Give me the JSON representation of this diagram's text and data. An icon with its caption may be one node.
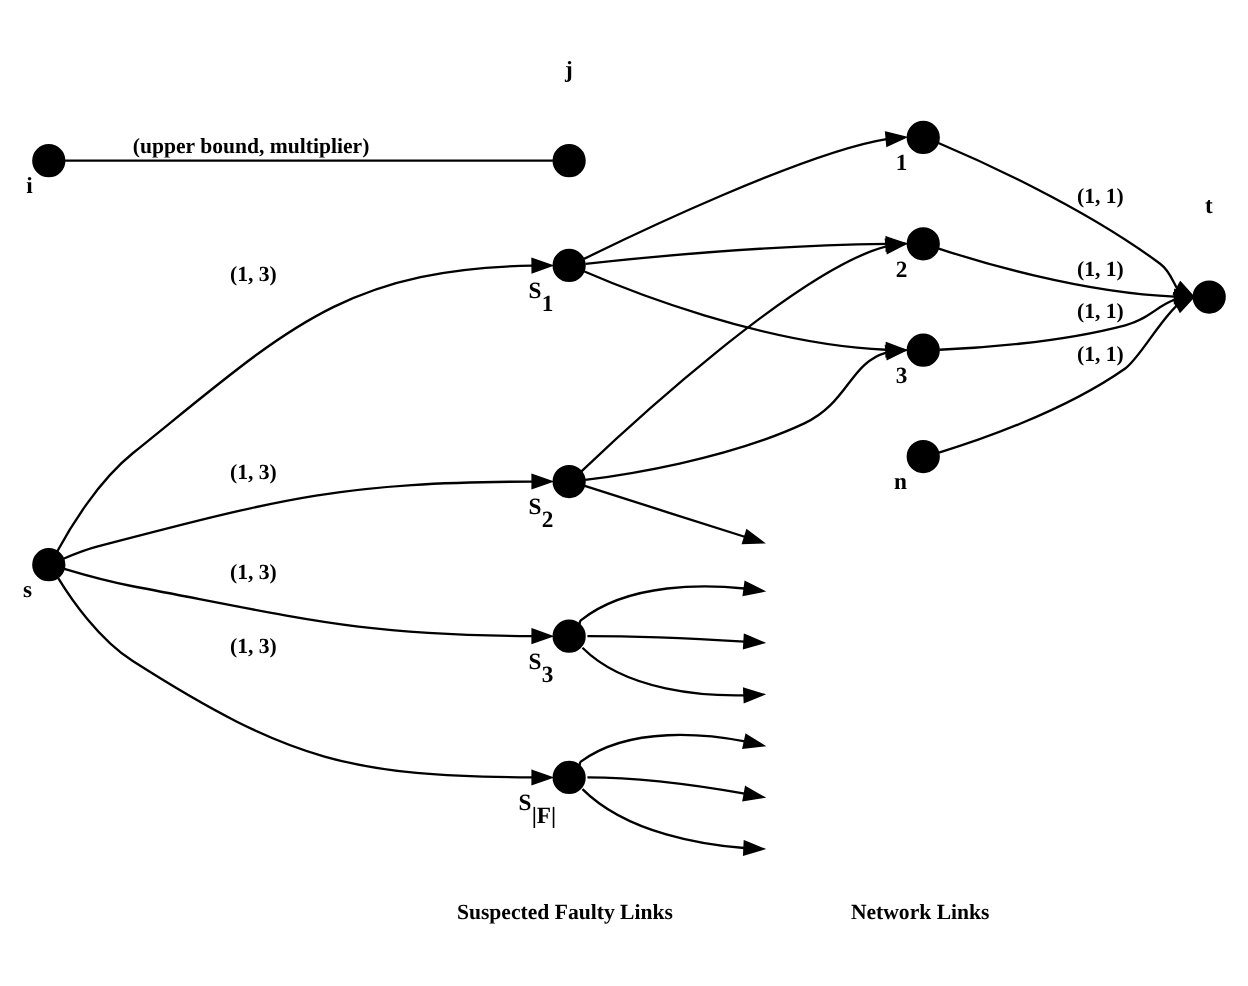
{
  "diagram": {
    "nodes": [
      {
        "text": [],
        "shape": "circle",
        "beside": [
          "s"
        ]
      },
      {
        "text": [],
        "shape": "circle",
        "beside": [
          "S$_{1}$"
        ]
      },
      {
        "text": [],
        "shape": "circle",
        "beside": [
          "S$_{2}$"
        ]
      },
      {
        "text": [],
        "shape": "circle",
        "beside": [
          "S$_{3}$"
        ]
      },
      {
        "text": [],
        "shape": "circle",
        "beside": [
          "S$_{|F|}$"
        ]
      },
      {
        "text": [],
        "shape": "circle",
        "beside": [
          "1"
        ]
      },
      {
        "text": [],
        "shape": "circle",
        "beside": [
          "2"
        ]
      },
      {
        "text": [],
        "shape": "circle",
        "beside": [
          "3"
        ]
      },
      {
        "text": [],
        "shape": "circle",
        "beside": [
          "n"
        ]
      },
      {
        "text": [],
        "shape": "circle",
        "beside": [
          "t"
        ]
      },
      {
        "text": [],
        "shape": "circle",
        "beside": [
          "i"
        ]
      },
      {
        "text": [],
        "shape": "circle",
        "beside": [
          "j"
        ]
      }
    ],
    "edges": [
      {
        "from": 0,
        "to": 1,
        "arrow": "to",
        "label": "(1, 3)"
      },
      {
        "from": 0,
        "to": 2,
        "arrow": "to",
        "label": "(1, 3)"
      },
      {
        "from": 0,
        "to": 3,
        "arrow": "to",
        "label": "(1, 3)"
      },
      {
        "from": 0,
        "to": 4,
        "arrow": "to",
        "label": "(1, 3)"
      },
      {
        "from": 1,
        "to": 5,
        "arrow": "to"
      },
      {
        "from": 1,
        "to": 6,
        "arrow": "to"
      },
      {
        "from": 1,
        "to": 7,
        "arrow": "to"
      },
      {
        "from": 2,
        "to": 6,
        "arrow": "to"
      },
      {
        "from": 2,
        "to": 7,
        "arrow": "to"
      },
      {
        "from": 2,
        "to": null,
        "arrow": "to"
      },
      {
        "from": 3,
        "to": null,
        "arrow": "to"
      },
      {
        "from": 3,
        "to": null,
        "arrow": "to"
      },
      {
        "from": 3,
        "to": null,
        "arrow": "to"
      },
      {
        "from": 4,
        "to": null,
        "arrow": "to"
      },
      {
        "from": 4,
        "to": null,
        "arrow": "to"
      },
      {
        "from": 4,
        "to": null,
        "arrow": "to"
      },
      {
        "from": 5,
        "to": 9,
        "arrow": "to",
        "label": "(1, 1)"
      },
      {
        "from": 6,
        "to": 9,
        "arrow": "to",
        "label": "(1, 1)"
      },
      {
        "from": 7,
        "to": 9,
        "arrow": "to",
        "label": "(1, 1)"
      },
      {
        "from": 8,
        "to": 9,
        "arrow": "to",
        "label": "(1, 1)"
      },
      {
        "from": 10,
        "to": 11,
        "arrow": "none",
        "label": "(upper bound, multiplier)"
      }
    ],
    "labels": [
      "Suspected Faulty Links",
      "Network Links"
    ]
  }
}
